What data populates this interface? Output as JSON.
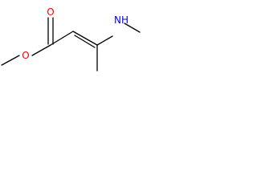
{
  "molecule": {
    "atoms": {
      "carbonyl_oxygen": "O",
      "ester_oxygen": "O",
      "amine_nitrogen": "NH"
    },
    "colors": {
      "bond": "#000000",
      "oxygen": "#ff0000",
      "nitrogen": "#0000ff"
    }
  }
}
